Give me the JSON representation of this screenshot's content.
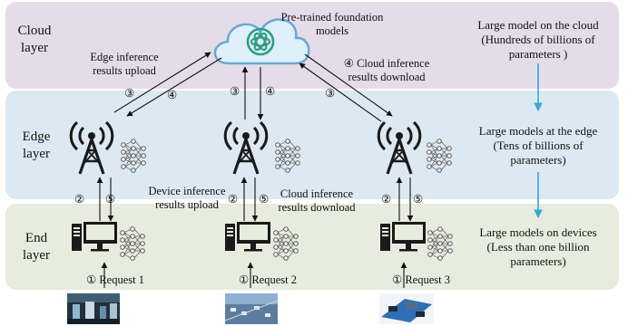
{
  "colors": {
    "cloud_band": "#e4dde9",
    "edge_band": "#dde9f2",
    "end_band": "#e7ecde",
    "cloud_icon_fill": "#dff0fb",
    "cloud_icon_stroke": "#6aa7d6",
    "logo": "#2f9e82",
    "accent_arrow": "#3aa6d4",
    "icon_dark": "#1a1a1a"
  },
  "layers": {
    "cloud": [
      "Cloud",
      "layer"
    ],
    "edge": [
      "Edge",
      "layer"
    ],
    "end": [
      "End",
      "layer"
    ]
  },
  "cloud": {
    "logo_icon": "openai-logo-icon",
    "label": [
      "Pre-trained foundation",
      "models"
    ]
  },
  "annotations": {
    "edge_upload": [
      "Edge inference",
      "results upload"
    ],
    "cloud_download": [
      "④ Cloud inference",
      "results download"
    ],
    "device_upload": [
      "Device inference",
      "results upload"
    ],
    "cloud_download_mid": [
      "Cloud inference",
      "results download"
    ]
  },
  "steps": {
    "s1": "①",
    "s2": "②",
    "s3": "③",
    "s4": "④",
    "s5": "⑤"
  },
  "requests": [
    {
      "label": "① Request 1"
    },
    {
      "label": "① Request 2"
    },
    {
      "label": "① Request 3"
    }
  ],
  "sidebar": {
    "cloud": [
      "Large model on the cloud",
      "(Hundreds of billions of",
      "parameters )"
    ],
    "edge": [
      "Large models at the edge",
      "(Tens of billions of",
      "parameters)"
    ],
    "end": [
      "Large models on devices",
      "(Less than one billion",
      "parameters)"
    ]
  },
  "icons": {
    "tower": "cell-tower-icon",
    "computer": "desktop-computer-icon",
    "network": "neural-network-icon",
    "cloud": "cloud-icon"
  }
}
